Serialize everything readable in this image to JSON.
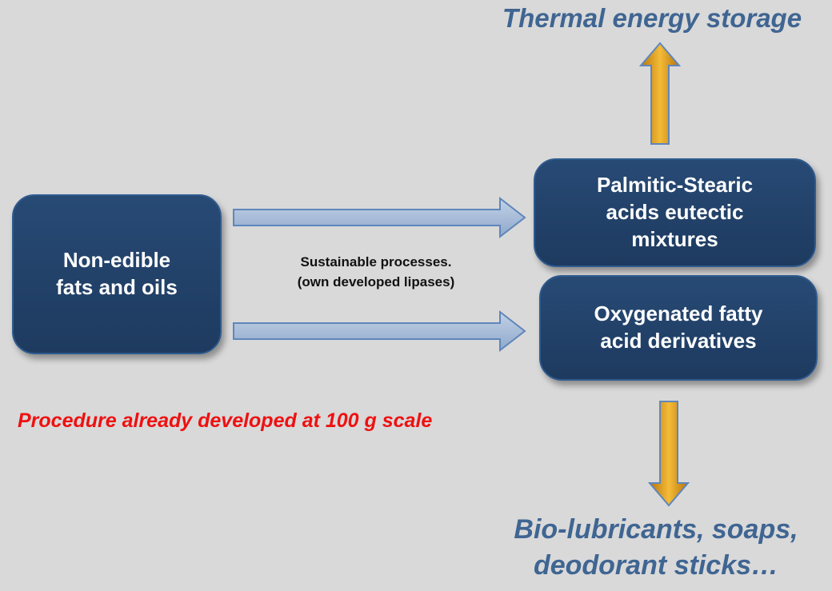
{
  "diagram": {
    "source_box": {
      "text": "Non-edible\nfats and oils"
    },
    "process_note": {
      "text": "Sustainable processes.\n(own developed lipases)"
    },
    "product_top": {
      "text": "Palmitic-Stearic\nacids eutectic\nmixtures"
    },
    "product_bottom": {
      "text": "Oxygenated fatty\nacid derivatives"
    },
    "outcome_top": {
      "text": "Thermal energy storage"
    },
    "outcome_bottom": {
      "text": "Bio-lubricants, soaps,\ndeodorant sticks…"
    },
    "scale_note": {
      "text": "Procedure already developed at 100 g scale"
    }
  },
  "colors": {
    "background": "#d9d9d9",
    "box_fill": "#1e3a5f",
    "box_border": "#2f5b8e",
    "outcome_text": "#3f6592",
    "highlight_text": "#ee1111",
    "blue_arrow_fill": "#a9bcd6",
    "blue_arrow_stroke": "#5f86bb",
    "gold_arrow_fill": "#e8a51a",
    "gold_arrow_stroke": "#5f86bb"
  }
}
